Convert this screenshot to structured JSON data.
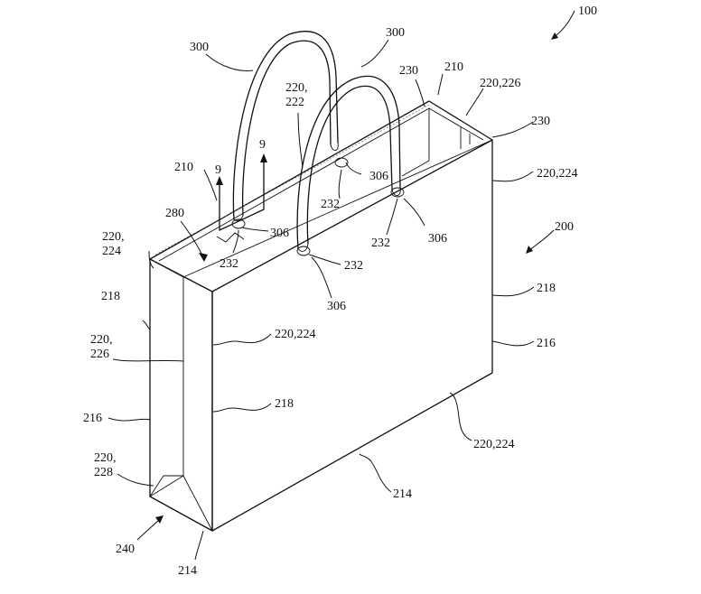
{
  "figure": {
    "labels": {
      "l100": "100",
      "l200": "200",
      "l300a": "300",
      "l300b": "300",
      "l230a": "230",
      "l230b": "230",
      "l210a": "210",
      "l210b": "210",
      "l220_226a": "220,226",
      "l220_222a": "220,",
      "l220_222b": "222",
      "l9a": "9",
      "l9b": "9",
      "l306a": "306",
      "l306b": "306",
      "l306c": "306",
      "l306d": "306",
      "l232a": "232",
      "l232b": "232",
      "l232c": "232",
      "l232d": "232",
      "l280": "280",
      "l220_224a": "220,224",
      "l220_224b_1": "220,",
      "l220_224b_2": "224",
      "l220_224c": "220,224",
      "l220_224d": "220,224",
      "l218a": "218",
      "l218b": "218",
      "l218c": "218",
      "l220_226b_1": "220,",
      "l220_226b_2": "226",
      "l216a": "216",
      "l216b": "216",
      "l220_228_1": "220,",
      "l220_228_2": "228",
      "l214a": "214",
      "l214b": "214",
      "l240": "240"
    }
  }
}
